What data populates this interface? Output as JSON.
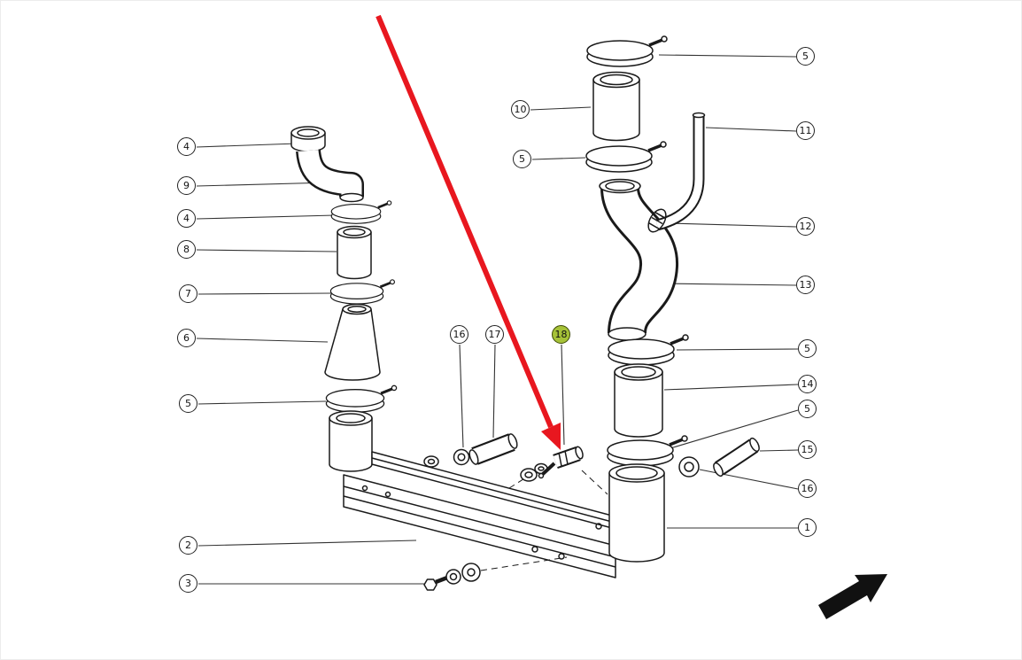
{
  "diagram": {
    "type": "exploded-parts-diagram",
    "highlighted_callout": "18",
    "colors": {
      "highlight": "#a6c238",
      "red_arrow": "#e8171f",
      "line": "#1a1a1a",
      "direction_arrow": "#111111"
    },
    "callouts": [
      {
        "id": "4a",
        "label": "4",
        "highlighted": false
      },
      {
        "id": "9",
        "label": "9",
        "highlighted": false
      },
      {
        "id": "4b",
        "label": "4",
        "highlighted": false
      },
      {
        "id": "8",
        "label": "8",
        "highlighted": false
      },
      {
        "id": "7",
        "label": "7",
        "highlighted": false
      },
      {
        "id": "6",
        "label": "6",
        "highlighted": false
      },
      {
        "id": "5a",
        "label": "5",
        "highlighted": false
      },
      {
        "id": "2",
        "label": "2",
        "highlighted": false
      },
      {
        "id": "3",
        "label": "3",
        "highlighted": false
      },
      {
        "id": "10",
        "label": "10",
        "highlighted": false
      },
      {
        "id": "5b",
        "label": "5",
        "highlighted": false
      },
      {
        "id": "16a",
        "label": "16",
        "highlighted": false
      },
      {
        "id": "17",
        "label": "17",
        "highlighted": false
      },
      {
        "id": "18",
        "label": "18",
        "highlighted": true
      },
      {
        "id": "5c",
        "label": "5",
        "highlighted": false
      },
      {
        "id": "11",
        "label": "11",
        "highlighted": false
      },
      {
        "id": "12",
        "label": "12",
        "highlighted": false
      },
      {
        "id": "13",
        "label": "13",
        "highlighted": false
      },
      {
        "id": "5d",
        "label": "5",
        "highlighted": false
      },
      {
        "id": "14",
        "label": "14",
        "highlighted": false
      },
      {
        "id": "5e",
        "label": "5",
        "highlighted": false
      },
      {
        "id": "15",
        "label": "15",
        "highlighted": false
      },
      {
        "id": "16b",
        "label": "16",
        "highlighted": false
      },
      {
        "id": "1",
        "label": "1",
        "highlighted": false
      }
    ]
  }
}
